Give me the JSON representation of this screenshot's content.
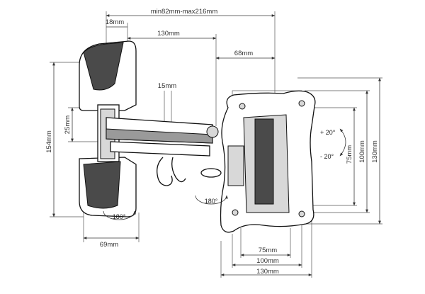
{
  "dimensions": {
    "wall_plate_width": "18mm",
    "extension_range": "min82mm-max216mm",
    "arm_length": "130mm",
    "plate_offset": "68mm",
    "arm_gap": "15mm",
    "arm_height": "25mm",
    "wall_plate_height": "154mm",
    "wall_plate_depth": "69mm",
    "vesa_inner_width": "75mm",
    "vesa_mid_width": "100mm",
    "vesa_outer_width": "130mm",
    "vesa_inner_height": "75mm",
    "vesa_mid_height": "100mm",
    "vesa_outer_height": "130mm"
  },
  "rotation": {
    "tilt_up": "+ 20°",
    "tilt_down": "- 20°",
    "swivel_wall": "180°",
    "swivel_arm": "180°"
  }
}
